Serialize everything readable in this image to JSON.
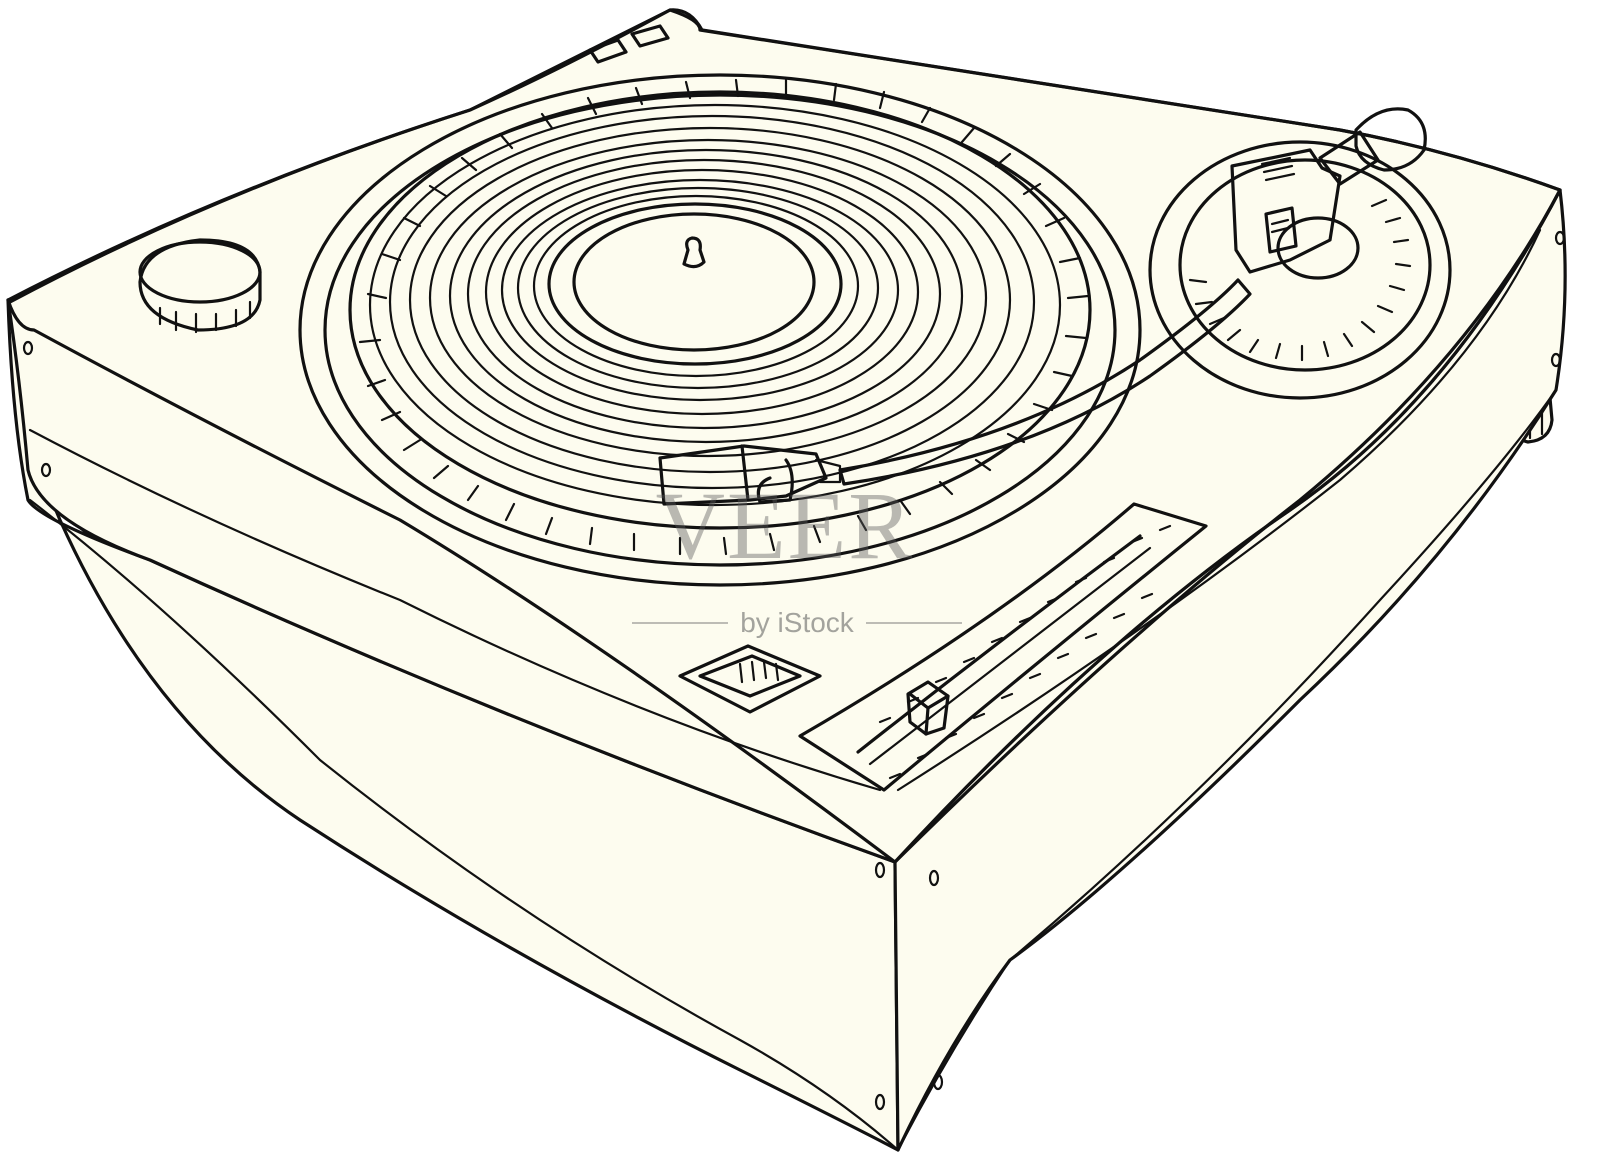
{
  "watermark": {
    "brand": "VEER",
    "tagline": "by iStock"
  },
  "illustration": {
    "subject": "turntable",
    "colors": {
      "ink": "#111111",
      "fill": "#fdfcef",
      "background": "#ffffff"
    }
  }
}
